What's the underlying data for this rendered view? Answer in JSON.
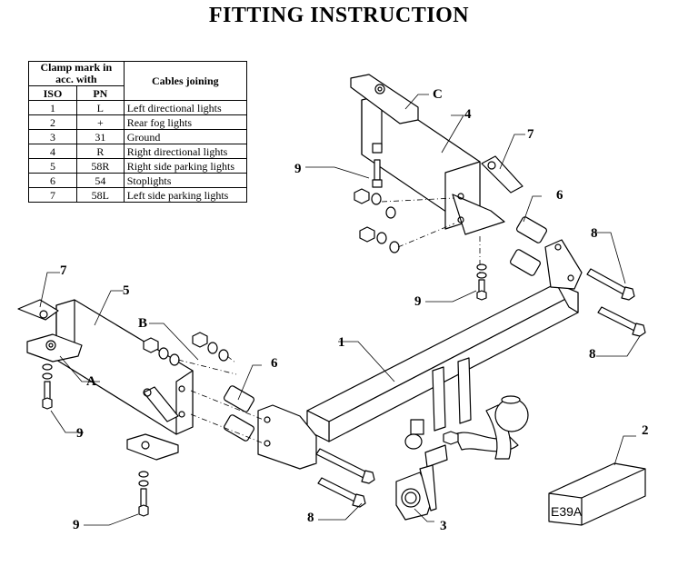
{
  "title": "FITTING INSTRUCTION",
  "table": {
    "header_clamp": "Clamp mark in acc. with",
    "header_cables": "Cables joining",
    "header_iso": "ISO",
    "header_pn": "PN",
    "rows": [
      {
        "iso": "1",
        "pn": "L",
        "cable": "Left directional lights"
      },
      {
        "iso": "2",
        "pn": "+",
        "cable": "Rear fog lights"
      },
      {
        "iso": "3",
        "pn": "31",
        "cable": "Ground"
      },
      {
        "iso": "4",
        "pn": "R",
        "cable": "Right directional lights"
      },
      {
        "iso": "5",
        "pn": "58R",
        "cable": "Right side parking lights"
      },
      {
        "iso": "6",
        "pn": "54",
        "cable": "Stoplights"
      },
      {
        "iso": "7",
        "pn": "58L",
        "cable": "Left side parking lights"
      }
    ]
  },
  "labels": {
    "p1": "1",
    "p2": "2",
    "p3": "3",
    "p4": "4",
    "p5": "5",
    "p6a": "6",
    "p6b": "6",
    "p7a": "7",
    "p7b": "7",
    "p8a": "8",
    "p8b": "8",
    "p8c": "8",
    "p9a": "9",
    "p9b": "9",
    "p9c": "9",
    "p9d": "9",
    "A": "A",
    "B": "B",
    "C": "C"
  },
  "box_code": "E39A"
}
